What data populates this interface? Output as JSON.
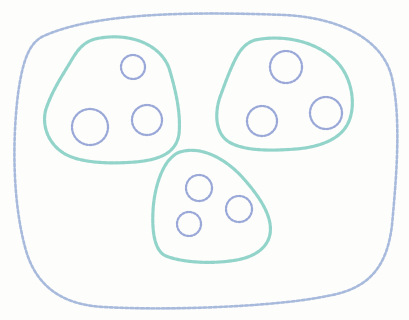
{
  "colors": {
    "background": "#fdfdfc",
    "outer_outline": "#9fb2d8",
    "group_outline": "#86cfc3",
    "item_circle": "#8f9fd4"
  },
  "drawing": {
    "type": "hand-drawn set diagram",
    "outer_region_count": 1,
    "group_count": 3,
    "circles_per_group": 3
  }
}
